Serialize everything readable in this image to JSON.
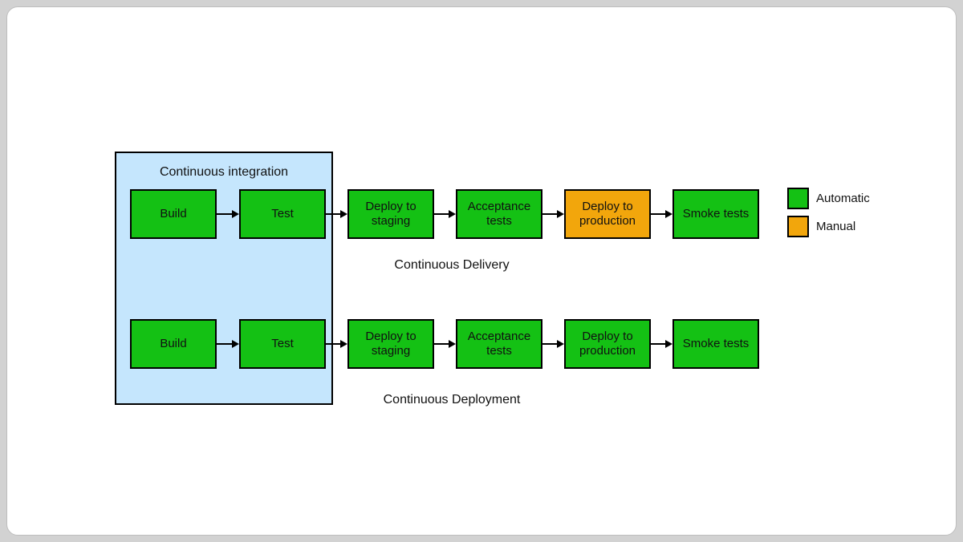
{
  "page": {
    "background": "#d2d2d2",
    "card_background": "#ffffff"
  },
  "diagram": {
    "ci_label": "Continuous integration",
    "rows": [
      {
        "label": "Continuous Delivery",
        "steps": [
          {
            "label": "Build",
            "type": "automatic"
          },
          {
            "label": "Test",
            "type": "automatic"
          },
          {
            "label": "Deploy to staging",
            "type": "automatic"
          },
          {
            "label": "Acceptance tests",
            "type": "automatic"
          },
          {
            "label": "Deploy to production",
            "type": "manual"
          },
          {
            "label": "Smoke tests",
            "type": "automatic"
          }
        ]
      },
      {
        "label": "Continuous Deployment",
        "steps": [
          {
            "label": "Build",
            "type": "automatic"
          },
          {
            "label": "Test",
            "type": "automatic"
          },
          {
            "label": "Deploy to staging",
            "type": "automatic"
          },
          {
            "label": "Acceptance tests",
            "type": "automatic"
          },
          {
            "label": "Deploy to production",
            "type": "automatic"
          },
          {
            "label": "Smoke tests",
            "type": "automatic"
          }
        ]
      }
    ],
    "legend": [
      {
        "label": "Automatic",
        "type": "automatic"
      },
      {
        "label": "Manual",
        "type": "manual"
      }
    ],
    "colors": {
      "automatic": "#14c114",
      "manual": "#f2a60c",
      "ci_background": "#c5e6fd",
      "arrow": "#000000"
    }
  }
}
